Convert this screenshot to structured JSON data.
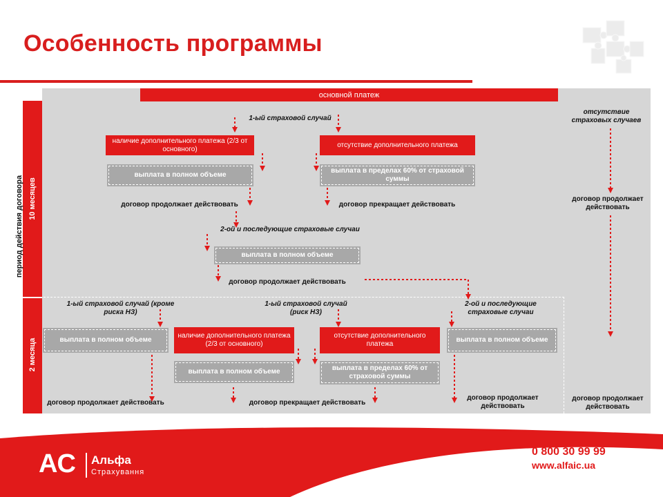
{
  "title": "Особенность программы",
  "side_labels": {
    "period": "период действия договора",
    "ten_months": "10 месяцев",
    "two_months": "2 месяца"
  },
  "top": {
    "main_payment": "основной платеж",
    "first_case": "1-ый страховой случай",
    "has_additional": "наличие дополнительного платежа (2/3 от основного)",
    "no_additional": "отсутствие дополнительного платежа",
    "full_payout": "выплата в полном объеме",
    "payout_60": "выплата в пределах 60% от страховой суммы",
    "contract_continues": "договор продолжает действовать",
    "contract_terminates": "договор прекращает действовать",
    "subsequent_cases": "2-ой и последующие страховые случаи",
    "full_payout_2": "выплата в полном объеме",
    "contract_continues_2": "договор продолжает действовать"
  },
  "right": {
    "no_cases": "отсутствие страховых случаев",
    "contract_continues_1": "договор продолжает действовать",
    "contract_continues_2": "договор продолжает действовать"
  },
  "bottom": {
    "case_except_nz": "1-ый страховой случай (кроме риска НЗ)",
    "case_nz": "1-ый страховой случай (риск НЗ)",
    "subsequent": "2-ой и последующие страховые случаи",
    "full_payout_left": "выплата в полном объеме",
    "has_additional": "наличие дополнительного платежа (2/3 от основного)",
    "no_additional": "отсутствие дополнительного платежа",
    "full_payout_right": "выплата в полном объеме",
    "full_payout_mid": "выплата в полном объеме",
    "payout_60": "выплата в пределах 60% от страховой суммы",
    "contract_continues_left": "договор продолжает действовать",
    "contract_terminates": "договор прекращает действовать",
    "contract_continues_right": "договор продолжает действовать"
  },
  "footer": {
    "logo_mark": "AC",
    "logo_name": "Альфа",
    "logo_sub": "Страхування",
    "phone": "0 800 30 99 99",
    "site": "www.alfaic.ua"
  },
  "colors": {
    "accent": "#e11a1a",
    "panel": "#d6d6d6",
    "gray_box": "#a8a8a8"
  }
}
